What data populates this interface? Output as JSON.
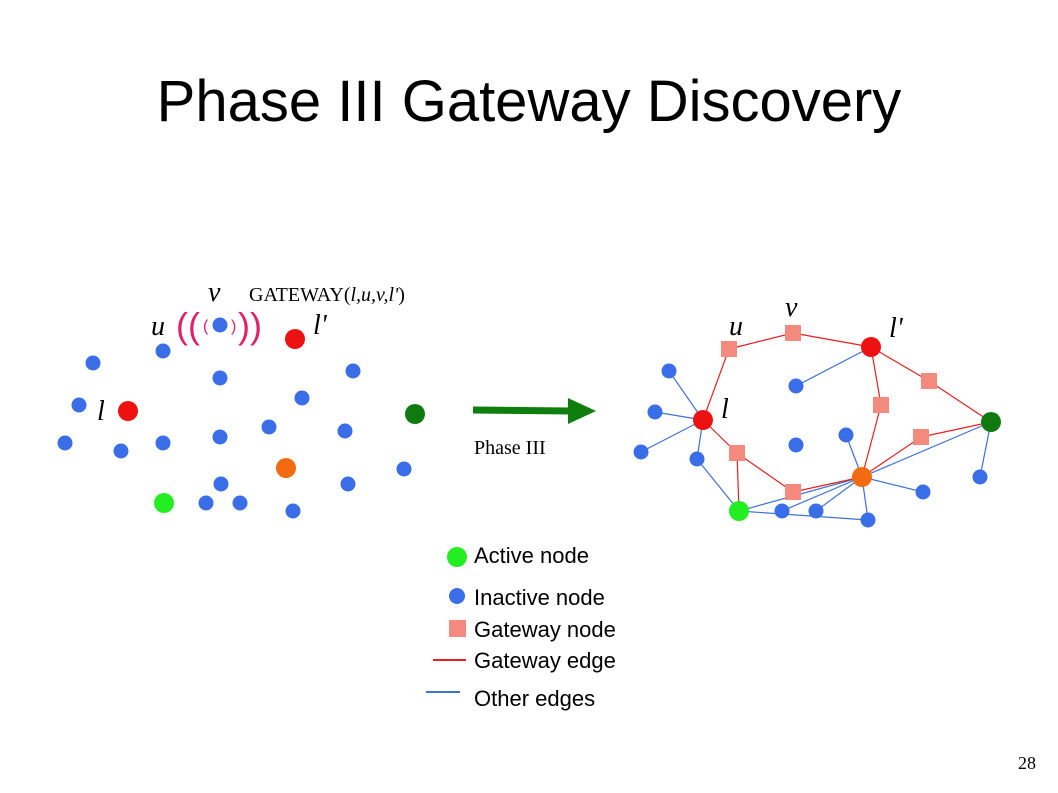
{
  "slide": {
    "title": "Phase III Gateway Discovery",
    "page_number": "28"
  },
  "left": {
    "label_v": "v",
    "label_u": "u",
    "label_lprime": "l'",
    "label_l": "l",
    "message_name": "GATEWAY",
    "message_args": "l,u,v,l'",
    "msg_open": "(",
    "msg_close": ")",
    "wave_left": "((",
    "wave_right": "))",
    "wave_inner_left": "(",
    "wave_inner_right": ")"
  },
  "arrow": {
    "label": "Phase III"
  },
  "right": {
    "label_u": "u",
    "label_v": "v",
    "label_lprime": "l'",
    "label_l": "l"
  },
  "legend": {
    "items": [
      {
        "label": "Active node"
      },
      {
        "label": "Inactive node"
      },
      {
        "label": "Gateway node"
      },
      {
        "label": "Gateway edge"
      },
      {
        "label": "Other edges"
      }
    ]
  },
  "colors": {
    "inactive": "#3a6ee8",
    "active": "#22ee22",
    "leader": "#ee1111",
    "orange": "#f26b10",
    "darkgreen": "#0f7a10",
    "gateway": "#f48a7e",
    "gateway_edge": "#e82020",
    "other_edge": "#3f72d0",
    "wave": "#e0206a",
    "arrow": "#0e7e0e"
  }
}
